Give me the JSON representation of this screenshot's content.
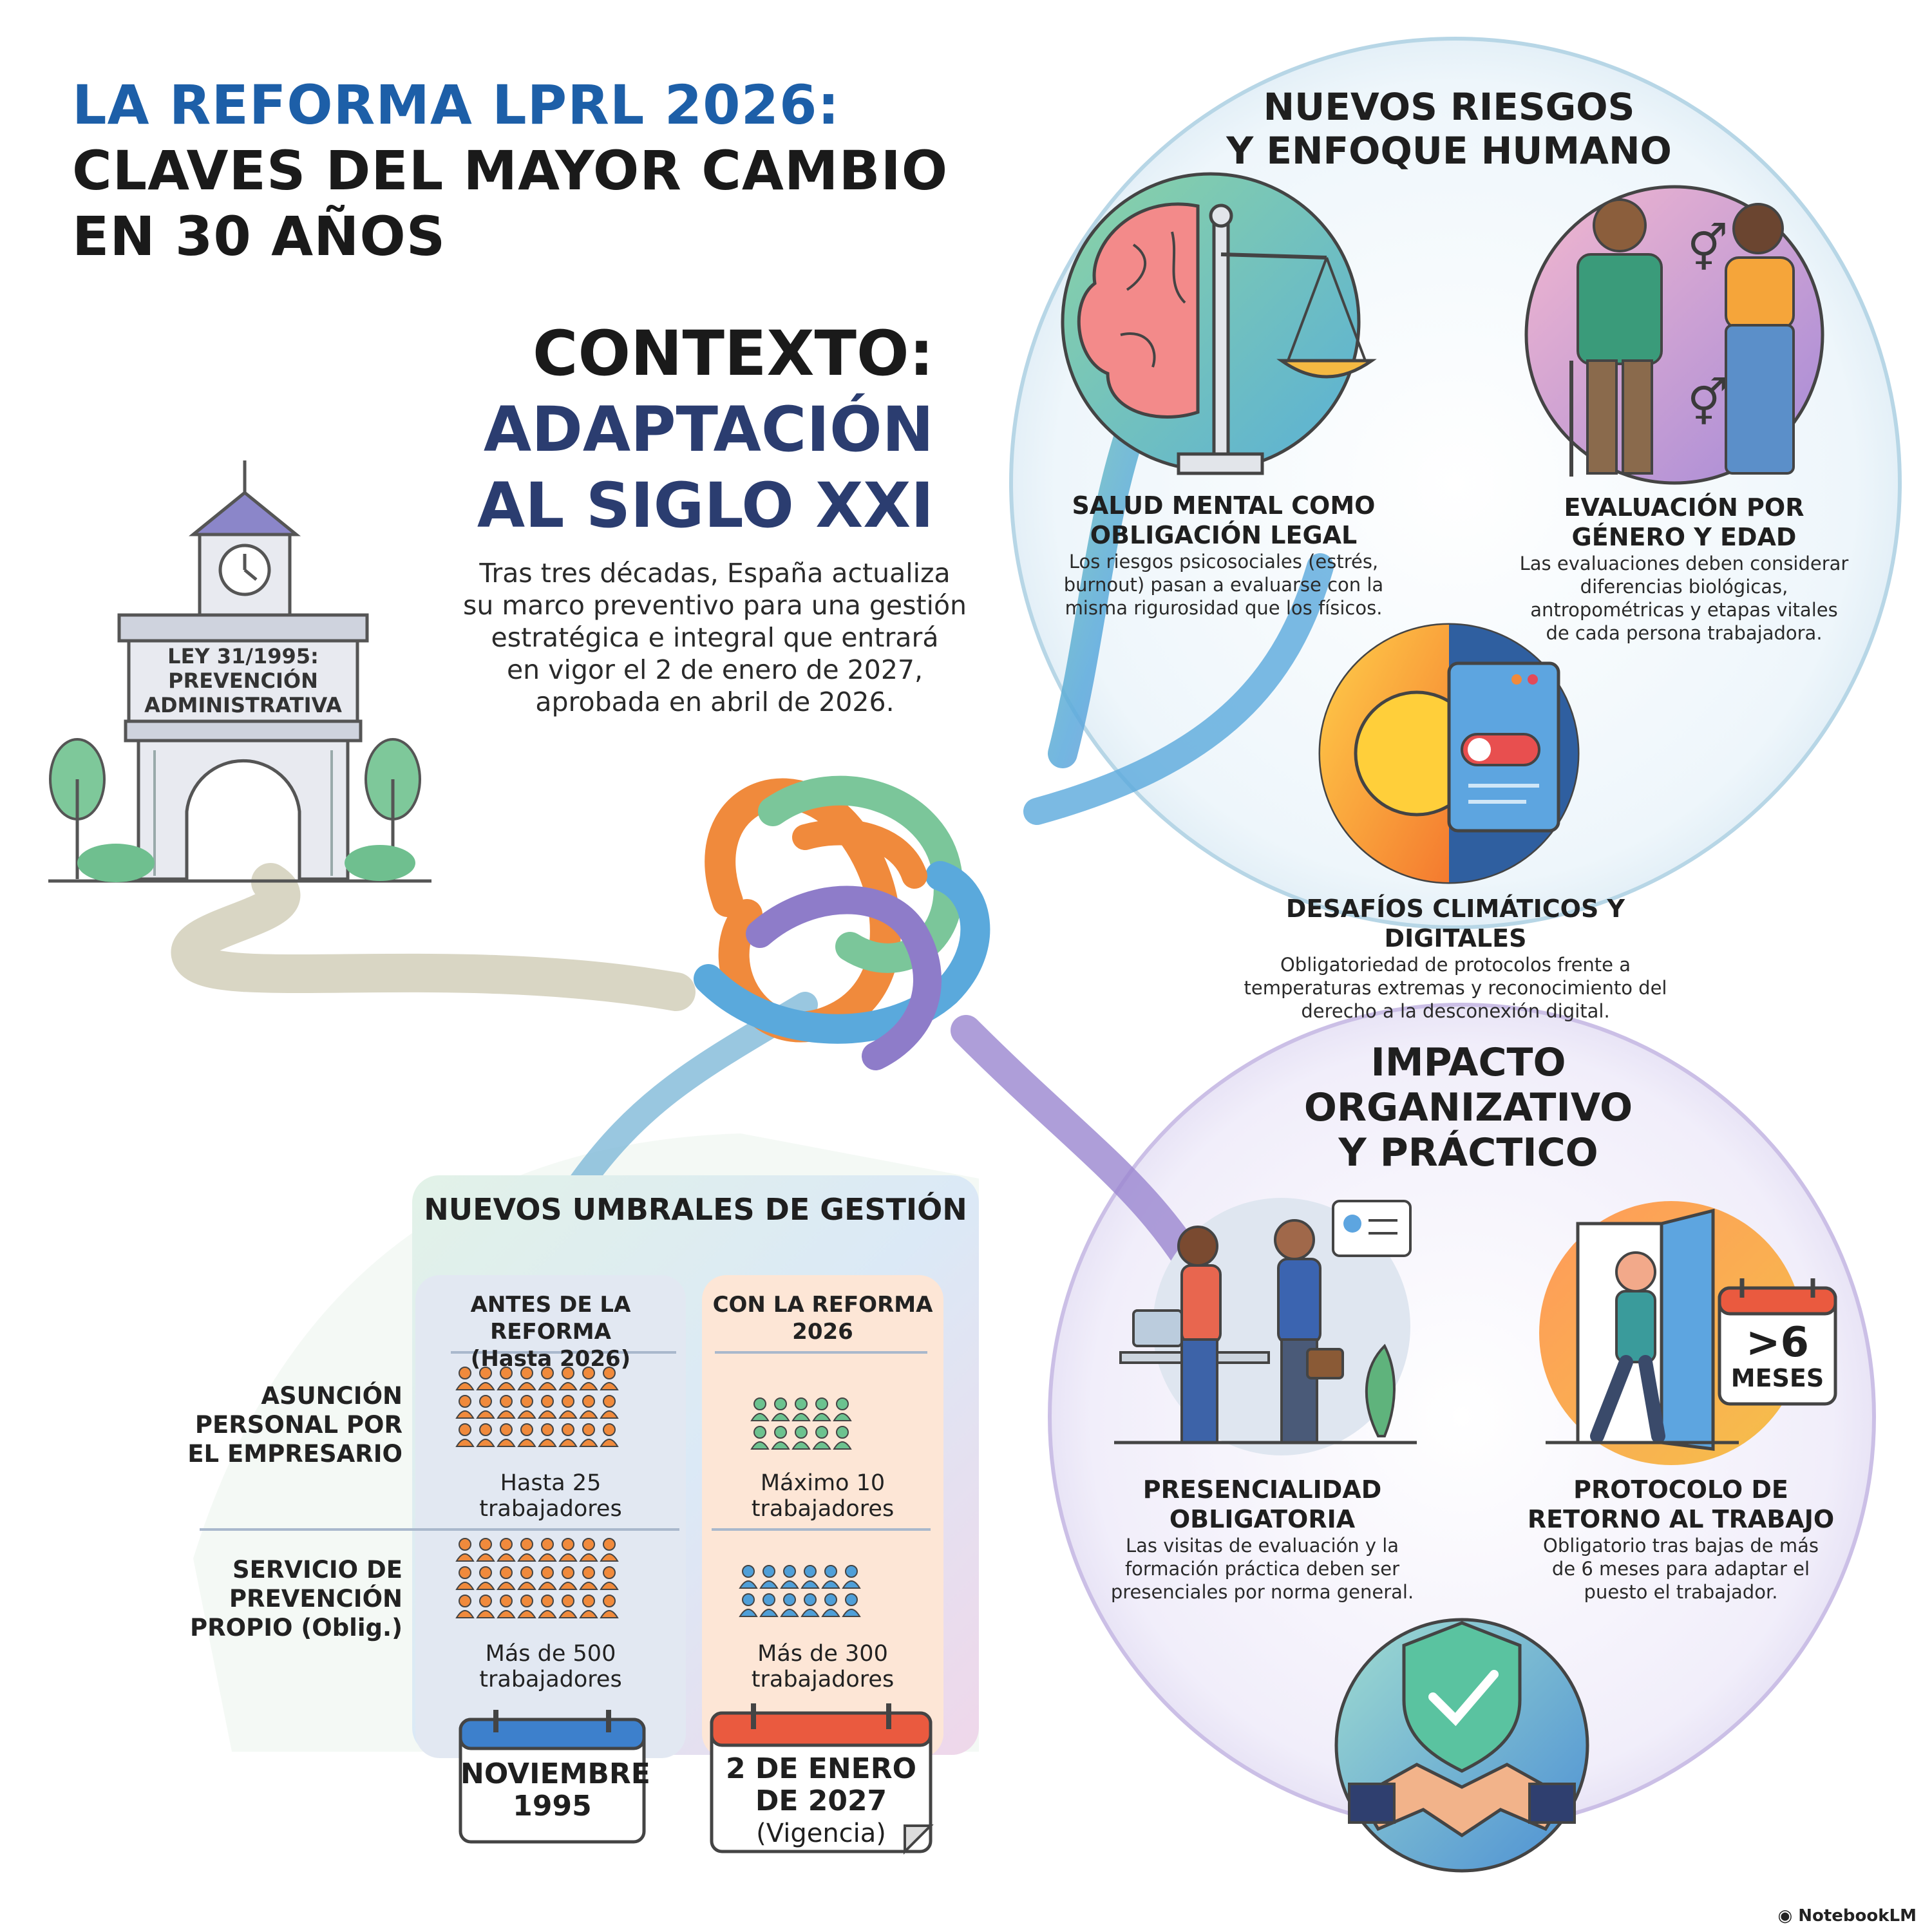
{
  "header": {
    "title_line1": "LA REFORMA LPRL 2026:",
    "title_line2": "CLAVES DEL MAYOR CAMBIO",
    "title_line3": "EN 30 AÑOS"
  },
  "context": {
    "title_line1": "CONTEXTO:",
    "title_line2": "ADAPTACIÓN",
    "title_line3": "AL SIGLO XXI",
    "text_line1": "Tras tres décadas, España actualiza",
    "text_line2": "su marco preventivo para una gestión",
    "text_line3": "estratégica e integral que entrará",
    "text_line4": "en vigor el 2 de enero de 2027,",
    "text_line5": "aprobada en abril de 2026.",
    "building_sign_line1": "LEY 31/1995:",
    "building_sign_line2": "PREVENCIÓN",
    "building_sign_line3": "ADMINISTRATIVA"
  },
  "risks": {
    "title_line1": "NUEVOS RIESGOS",
    "title_line2": "Y ENFOQUE HUMANO",
    "items": [
      {
        "title_line1": "SALUD MENTAL COMO",
        "title_line2": "OBLIGACIÓN LEGAL",
        "text_line1": "Los riesgos psicosociales (estrés,",
        "text_line2": "burnout) pasan a evaluarse con la",
        "text_line3": "misma rigurosidad que los físicos.",
        "icon": "brain-scale-icon"
      },
      {
        "title_line1": "EVALUACIÓN POR",
        "title_line2": "GÉNERO Y EDAD",
        "text_line1": "Las evaluaciones deben considerar",
        "text_line2": "diferencias biológicas,",
        "text_line3": "antropométricas y etapas vitales",
        "text_line4": "de cada persona trabajadora.",
        "icon": "people-gender-icon"
      },
      {
        "title": "DESAFÍOS CLIMÁTICOS Y DIGITALES",
        "text_line1": "Obligatoriedad de protocolos frente a",
        "text_line2": "temperaturas extremas y reconocimiento del",
        "text_line3": "derecho a la desconexión digital.",
        "icon": "sun-screen-icon"
      }
    ]
  },
  "impact": {
    "title_line1": "IMPACTO",
    "title_line2": "ORGANIZATIVO",
    "title_line3": "Y PRÁCTICO",
    "items": [
      {
        "title_line1": "PRESENCIALIDAD",
        "title_line2": "OBLIGATORIA",
        "text_line1": "Las visitas de evaluación y la",
        "text_line2": "formación práctica deben ser",
        "text_line3": "presenciales por norma general.",
        "icon": "handshake-office-icon"
      },
      {
        "title_line1": "PROTOCOLO DE",
        "title_line2": "RETORNO AL TRABAJO",
        "text_line1": "Obligatorio tras bajas de más",
        "text_line2": "de 6 meses para adaptar el",
        "text_line3": "puesto el trabajador.",
        "calendar_line1": ">6",
        "calendar_line2": "MESES",
        "icon": "door-return-icon"
      }
    ],
    "shield_icon": "shield-check-handshake-icon"
  },
  "thresholds": {
    "title": "NUEVOS UMBRALES DE GESTIÓN",
    "col_before_line1": "ANTES DE LA REFORMA",
    "col_before_line2": "(Hasta 2026)",
    "col_after_line1": "CON LA REFORMA",
    "col_after_line2": "2026",
    "rows": [
      {
        "label_line1": "ASUNCIÓN",
        "label_line2": "PERSONAL POR",
        "label_line3": "EL EMPRESARIO",
        "before_line1": "Hasta 25",
        "before_line2": "trabajadores",
        "after_line1": "Máximo 10",
        "after_line2": "trabajadores"
      },
      {
        "label_line1": "SERVICIO DE",
        "label_line2": "PREVENCIÓN",
        "label_line3": "PROPIO (Oblig.)",
        "before_line1": "Más de 500",
        "before_line2": "trabajadores",
        "after_line1": "Más de 300",
        "after_line2": "trabajadores"
      }
    ],
    "calendar_before_line1": "NOVIEMBRE",
    "calendar_before_line2": "1995",
    "calendar_after_line1": "2 DE ENERO",
    "calendar_after_line2": "DE 2027",
    "calendar_after_line3": "(Vigencia)"
  },
  "brand": "NotebookLM",
  "colors": {
    "title_blue": "#1d5fa8",
    "context_navy": "#2b3d70",
    "orange": "#f08a3c",
    "green": "#6cc28f",
    "blue": "#4f9fd8",
    "purple": "#8b7cc8"
  }
}
